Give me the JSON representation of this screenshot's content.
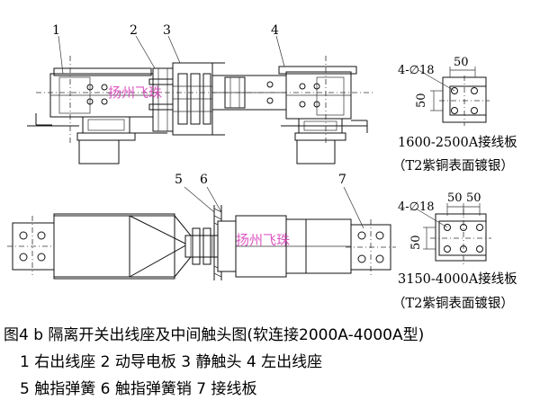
{
  "part_labels": {
    "p1": "1",
    "p2": "2",
    "p3": "3",
    "p4": "4",
    "p5": "5",
    "p6": "6",
    "p7": "7"
  },
  "watermark": "扬州飞珠",
  "terminal_small": {
    "hole_dim": "4-∅18",
    "width_dim": "50",
    "height_dim": "50",
    "title": "1600-2500A接线板",
    "material": "（T2紫铜表面镀银）"
  },
  "terminal_large": {
    "hole_dim": "4-∅18",
    "width_dim_a": "50",
    "width_dim_b": "50",
    "height_dim": "50",
    "title": "3150-4000A接线板",
    "material": "（T2紫铜表面镀银）"
  },
  "caption": {
    "line1": "图4 b 隔离开关出线座及中间触头图(软连接2000A-4000A型)",
    "line2": "1 右出线座 2 动导电板 3 静触头 4 左出线座",
    "line3": "5 触指弹簧 6 触指弹簧销 7 接线板"
  }
}
